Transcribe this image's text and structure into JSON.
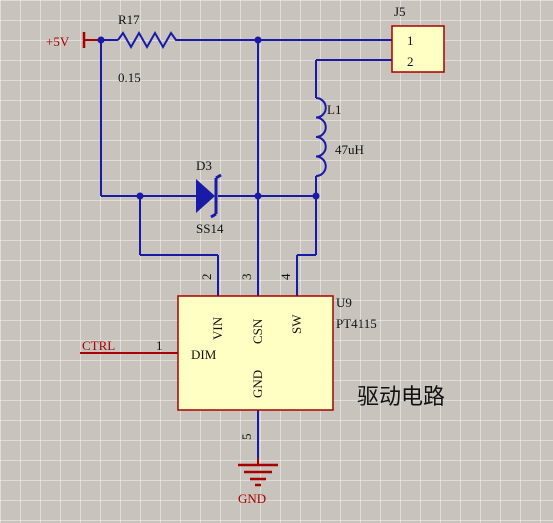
{
  "nets": {
    "vcc": "+5V",
    "ctrl": "CTRL",
    "gnd": "GND"
  },
  "resistor": {
    "ref": "R17",
    "value": "0.15"
  },
  "connector": {
    "ref": "J5",
    "pin1": "1",
    "pin2": "2"
  },
  "inductor": {
    "ref": "L1",
    "value": "47uH"
  },
  "diode": {
    "ref": "D3",
    "part": "SS14"
  },
  "ic": {
    "ref": "U9",
    "part": "PT4115",
    "pins": {
      "vin": {
        "num": "2",
        "name": "VIN"
      },
      "csn": {
        "num": "3",
        "name": "CSN"
      },
      "sw": {
        "num": "4",
        "name": "SW"
      },
      "dim": {
        "num": "1",
        "name": "DIM"
      },
      "gnd": {
        "num": "5",
        "name": "GND"
      }
    }
  },
  "caption": "驱动电路",
  "colors": {
    "wire": "#1a1aa8",
    "net_label": "#a80000",
    "ic_body": "#ffffc4",
    "grid": "#ffffff",
    "background": "#c8c3bd"
  }
}
